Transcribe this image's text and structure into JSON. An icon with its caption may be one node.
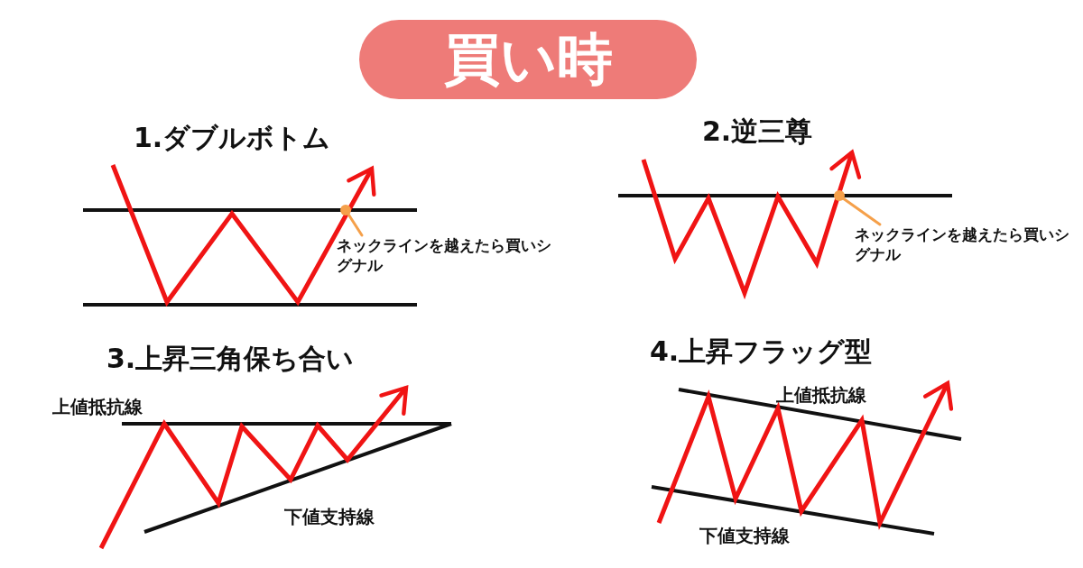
{
  "diagram": {
    "title": "買い時",
    "nodes": [
      {
        "text": [
          "ネックラインを越えたら買いシグナル"
        ]
      },
      {
        "text": [],
        "shape": "circle"
      },
      {
        "text": [
          "ネックラインを越えたら買いシグナル"
        ]
      },
      {
        "text": [],
        "shape": "circle"
      }
    ],
    "edges": [
      {
        "from": 0,
        "to": 1,
        "arrow": "none"
      },
      {
        "from": 2,
        "to": 3,
        "arrow": "none"
      }
    ],
    "labels": [
      "1.ダブルボトム",
      "2.逆三尊",
      "3.上昇三角保ち合い",
      "上値抵抗線",
      "下値支持線",
      "4.上昇フラッグ型",
      "上値抵抗線",
      "下値支持線"
    ]
  }
}
